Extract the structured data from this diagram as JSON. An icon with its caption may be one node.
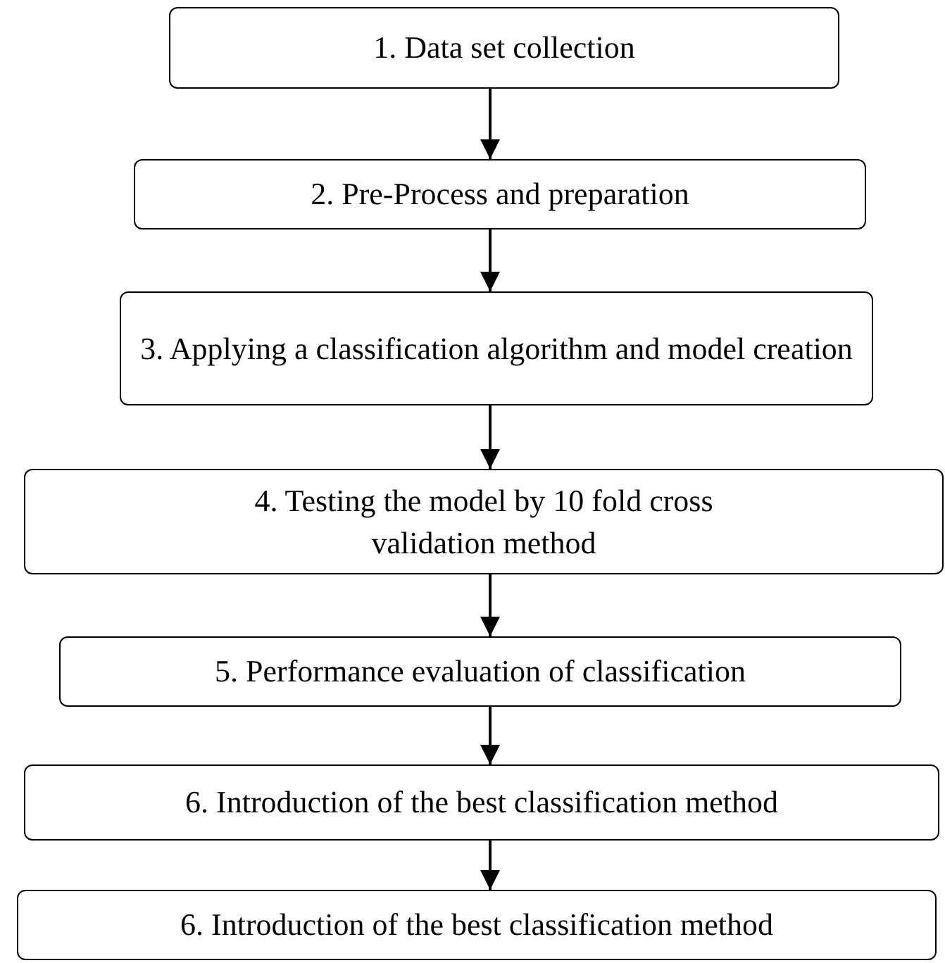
{
  "diagram": {
    "nodes": [
      {
        "text": [
          "1. Data set collection"
        ]
      },
      {
        "text": [
          "2. Pre-Process and preparation"
        ]
      },
      {
        "text": [
          "3. Applying a classification algorithm and model creation"
        ]
      },
      {
        "text": [
          "4. Testing the model by 10 fold cross validation method"
        ]
      },
      {
        "text": [
          "5. Performance evaluation of classification"
        ]
      },
      {
        "text": [
          "6. Introduction of the best classification method"
        ]
      },
      {
        "text": [
          "6. Introduction of the best classification method"
        ]
      }
    ],
    "edges": [
      {
        "from": 0,
        "to": 1,
        "arrow": "to"
      },
      {
        "from": 1,
        "to": 2,
        "arrow": "to"
      },
      {
        "from": 2,
        "to": 3,
        "arrow": "to"
      },
      {
        "from": 3,
        "to": 4,
        "arrow": "to"
      },
      {
        "from": 4,
        "to": 5,
        "arrow": "to"
      },
      {
        "from": 5,
        "to": 6,
        "arrow": "to"
      }
    ]
  }
}
